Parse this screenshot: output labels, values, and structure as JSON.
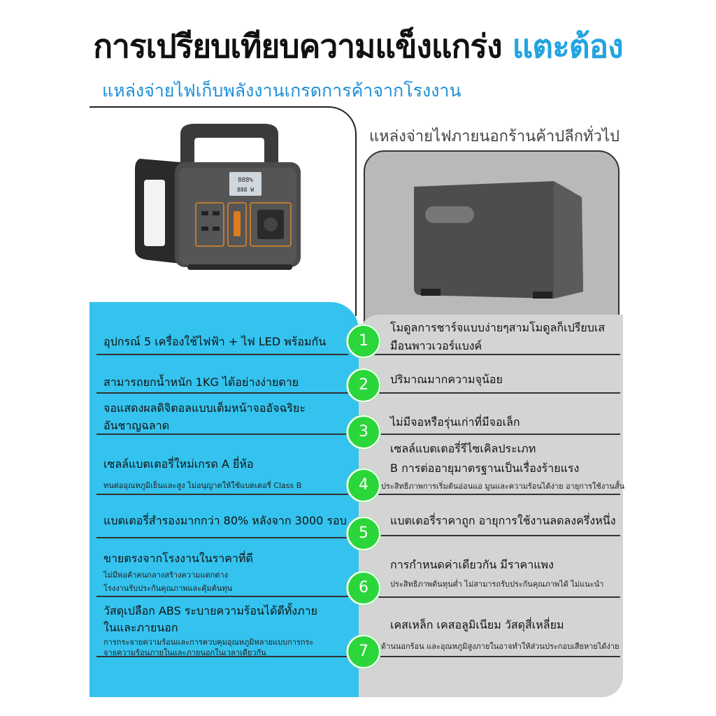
{
  "header": {
    "title_main": "การเปรียบเทียบความแข็งแกร่ง",
    "title_accent": "แตะต้อง",
    "subtitle": "แหล่งจ่ายไฟเก็บพลังงานเกรดการค้าจากโรงงาน"
  },
  "right_heading": "แหล่งจ่ายไฟภายนอกร้านค้าปลีกทั่วไป",
  "product_panel": {
    "lcd_readout": "888%",
    "lcd_sub": "888 W"
  },
  "rows": [
    {
      "number": "1",
      "left": [
        "อุปกรณ์ 5 เครื่องใช้ไฟฟ้า + ไฟ LED พร้อมกัน"
      ],
      "left_small": [],
      "right": [
        "โมดูลการชาร์จแบบง่ายๆสามโมดูลก็เปรียบเส",
        "มือนพาวเวอร์แบงค์"
      ],
      "right_small": []
    },
    {
      "number": "2",
      "left": [
        "สามารถยกน้ำหนัก 1KG ได้อย่างง่ายดาย"
      ],
      "left_small": [],
      "right": [
        "ปริมาณมากความจุน้อย"
      ],
      "right_small": []
    },
    {
      "number": "3",
      "left": [
        "จอแสดงผลดิจิตอลแบบเต็มหน้าจออัจฉริยะ",
        "อันชาญฉลาด"
      ],
      "left_small": [],
      "right": [
        "ไม่มีจอหรือรุ่นเก่าที่มีจอเล็ก"
      ],
      "right_small": []
    },
    {
      "number": "4",
      "left": [
        "เซลล์แบตเตอรี่ใหม่เกรด A ยี่ห้อ"
      ],
      "left_small": [
        "ทนต่ออุณหภูมิเย็นและสูง ไม่อนุญาตให้ใช้แบตเตอรี่ Class B"
      ],
      "right": [
        "เซลล์แบตเตอรี่รีไซเคิลประเภท",
        "B การต่ออายุมาตรฐานเป็นเรื่องร้ายแรง"
      ],
      "right_small": [
        "ประสิทธิภาพการเริ่มต้นอ่อนแอ มูนและความร้อนได้ง่าย อายุการใช้งานสั้น"
      ]
    },
    {
      "number": "5",
      "left": [
        "แบตเตอรี่สำรองมากกว่า 80% หลังจาก 3000 รอบ"
      ],
      "left_small": [],
      "right": [
        "แบตเตอรี่ราคาถูก อายุการใช้งานลดลงครึ่งหนึ่ง"
      ],
      "right_small": []
    },
    {
      "number": "6",
      "left": [
        "ขายตรงจากโรงงานในราคาที่ดี"
      ],
      "left_small": [
        "ไม่มีพ่อค้าคนกลางสร้างความแตกต่าง",
        "โรงงานรับประกันคุณภาพและคุ้มต้นทุน"
      ],
      "right": [
        "การกำหนดค่าเดียวกัน มีราคาแพง"
      ],
      "right_small": [
        "ประสิทธิภาพต้นทุนต่ำ ไม่สามารถรับประกันคุณภาพได้ ไม่แนะนำ"
      ]
    },
    {
      "number": "7",
      "left": [
        "วัสดุเปลือก ABS ระบายความร้อนได้ดีทั้งภาย",
        "ในและภายนอก"
      ],
      "left_small": [
        "การกระจายความร้อนและการควบคุมอุณหภูมิหลายแบบการกระ",
        "จายความร้อนภายในและภายนอกในเวลาเดียวกัน"
      ],
      "right": [
        "เคสเหล็ก เคสอลูมิเนียม วัสดุสี่เหลี่ยม"
      ],
      "right_small": [
        "ด้านนอกร้อน และอุณหภูมิสูงภายในอาจทำให้ส่วนประกอบเสียหายได้ง่าย"
      ]
    }
  ],
  "colors": {
    "accent_blue": "#23a4e0",
    "panel_blue": "#34c3ee",
    "panel_grey": "#d4d4d4",
    "badge_green": "#2bd63a"
  }
}
